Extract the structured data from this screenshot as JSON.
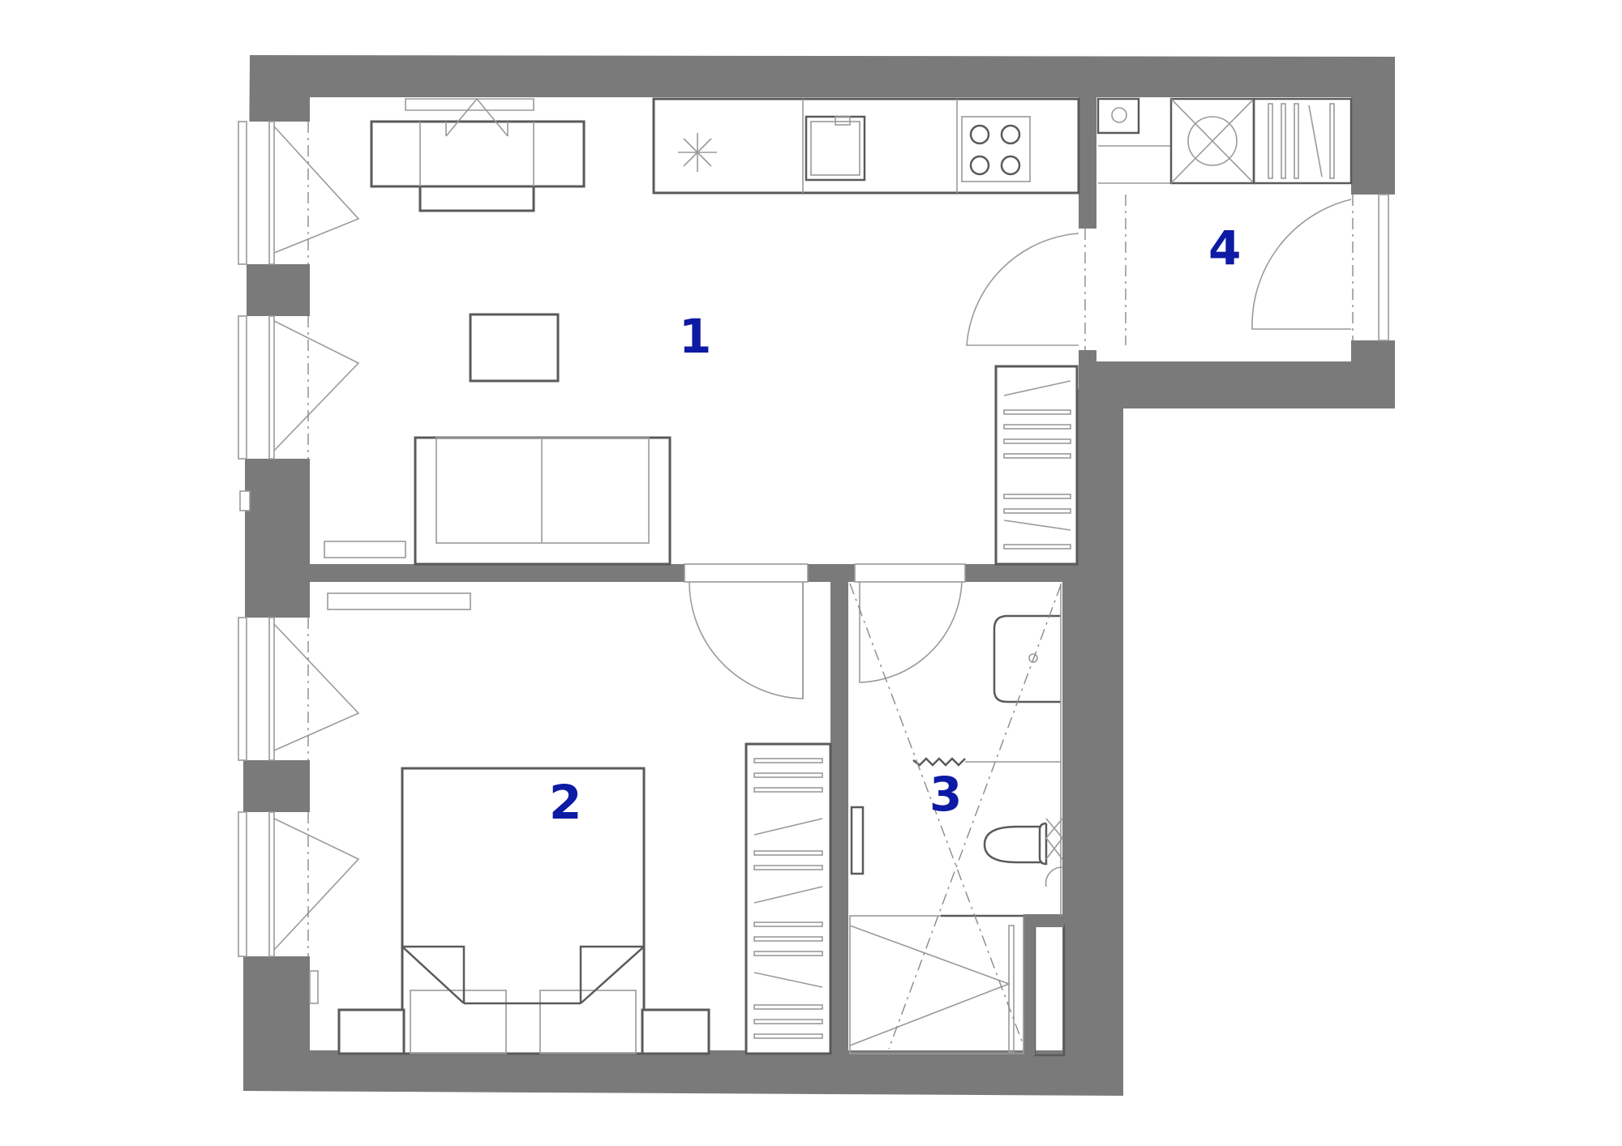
{
  "plan": {
    "rooms": [
      {
        "label": "1"
      },
      {
        "label": "2"
      },
      {
        "label": "3"
      },
      {
        "label": "4"
      }
    ],
    "colors": {
      "wall": "#7a7a7a",
      "label": "#0d1aa3",
      "line": "#5a5a5a"
    }
  }
}
